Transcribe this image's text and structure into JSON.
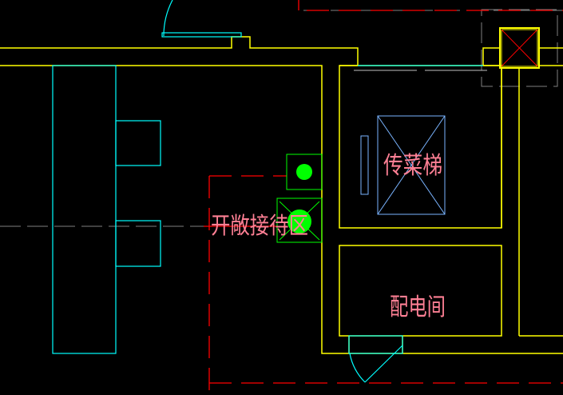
{
  "drawing": {
    "labels": {
      "reception": "开敞接待区",
      "dumbwaiter": "传菜梯",
      "electrical_room": "配电间"
    },
    "colors": {
      "background": "#000000",
      "wall": "#ffff00",
      "furniture": "#00ffff",
      "equipment": "#00ff00",
      "zone_boundary": "#ff0000",
      "hidden_line": "#808080",
      "elevator": "#7ab4ff",
      "text": "#ff8095"
    }
  }
}
